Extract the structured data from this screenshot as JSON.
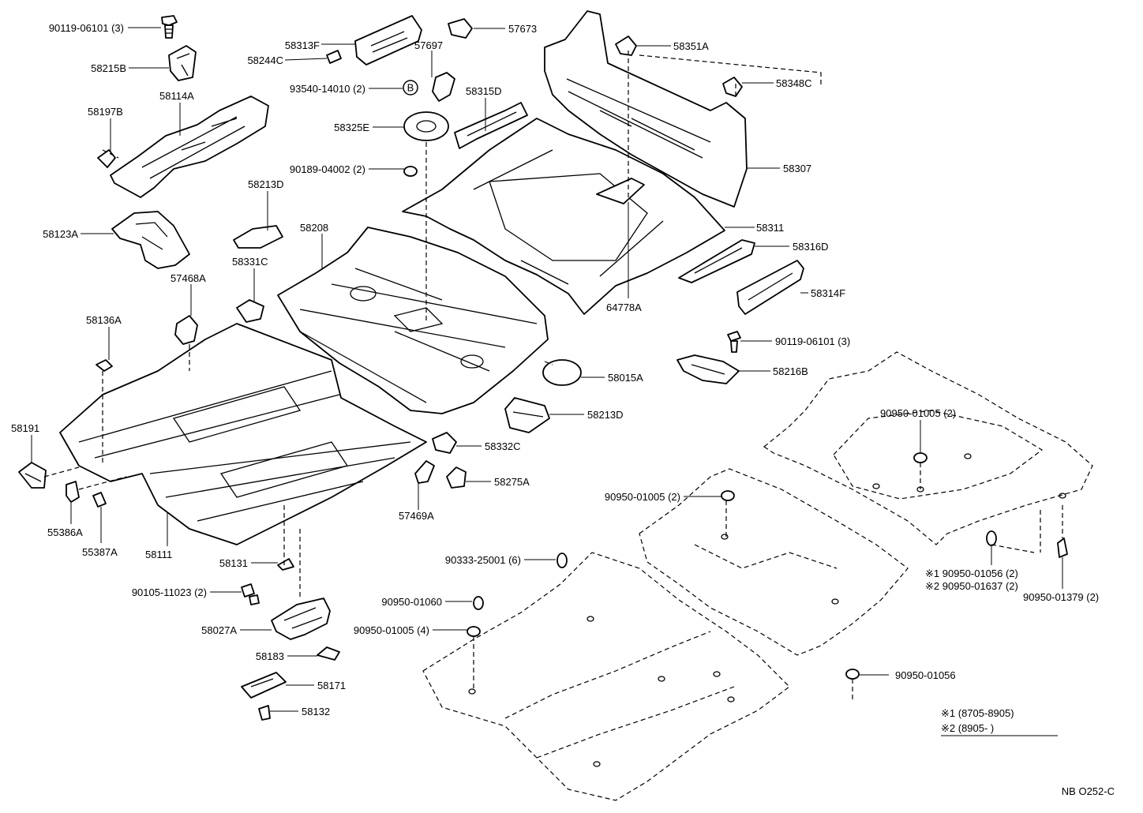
{
  "labels": {
    "p_90119_06101_a": "90119-06101 (3)",
    "p_58215B": "58215B",
    "p_58313F": "58313F",
    "p_58244C": "58244C",
    "p_57697": "57697",
    "p_57673": "57673",
    "p_58351A": "58351A",
    "p_58348C": "58348C",
    "p_93540_14010": "93540-14010 (2)",
    "p_B_marker": "B",
    "p_58315D": "58315D",
    "p_58114A": "58114A",
    "p_58197B": "58197B",
    "p_58325E": "58325E",
    "p_58307": "58307",
    "p_90189_04002": "90189-04002 (2)",
    "p_58213D_top": "58213D",
    "p_58123A": "58123A",
    "p_58208": "58208",
    "p_58311": "58311",
    "p_58316D": "58316D",
    "p_58331C": "58331C",
    "p_57468A": "57468A",
    "p_64778A": "64778A",
    "p_58314F": "58314F",
    "p_58136A": "58136A",
    "p_90119_06101_b": "90119-06101 (3)",
    "p_58216B": "58216B",
    "p_58015A": "58015A",
    "p_58213D_bottom": "58213D",
    "p_90950_01005_2a": "90950-01005 (2)",
    "p_58191": "58191",
    "p_58332C": "58332C",
    "p_58275A": "58275A",
    "p_90950_01005_2b": "90950-01005 (2)",
    "p_55386A": "55386A",
    "p_57469A": "57469A",
    "p_55387A": "55387A",
    "p_58111": "58111",
    "p_90333_25001": "90333-25001 (6)",
    "p_58131": "58131",
    "p_90950_01056_a": "※1 90950-01056 (2)",
    "p_90950_01637": "※2 90950-01637 (2)",
    "p_90950_01379": "90950-01379 (2)",
    "p_90105_11023": "90105-11023 (2)",
    "p_90950_01060": "90950-01060",
    "p_58027A": "58027A",
    "p_90950_01005_4": "90950-01005 (4)",
    "p_58183": "58183",
    "p_90950_01056_b": "90950-01056",
    "p_58171": "58171",
    "p_58132": "58132"
  },
  "legend": {
    "note1": "※1 (8705-8905)",
    "note2": "※2 (8905-        )"
  },
  "figure_code": "NB O252-C"
}
